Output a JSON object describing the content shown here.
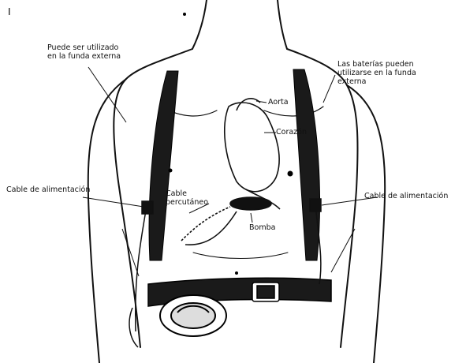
{
  "figure": {
    "corner_mark": "I",
    "labels": {
      "holster_left": "Puede ser utilizado\nen la funda externa",
      "batteries_right": "Las baterías pueden\nutilizarse en la funda\nexterna",
      "aorta": "Aorta",
      "heart": "Corazón",
      "cable_left": "Cable de alimentación",
      "cable_right": "Cable de alimentación",
      "percutaneous_cable": "Cable\npercutáneo",
      "pump": "Bomba"
    },
    "colors": {
      "ink": "#111111",
      "strap": "#1a1a1a",
      "background": "#ffffff"
    }
  }
}
